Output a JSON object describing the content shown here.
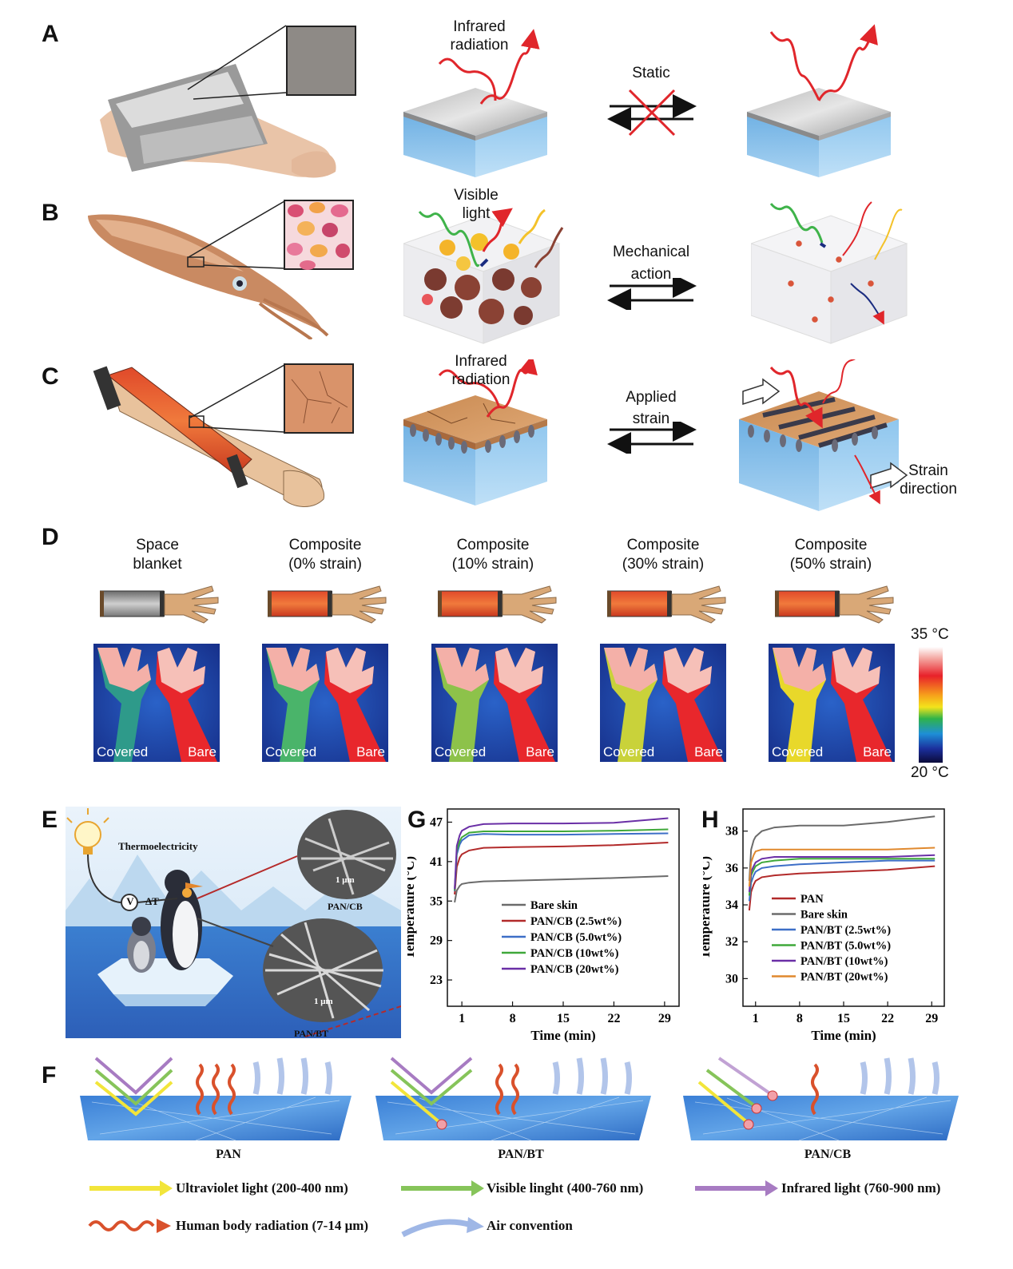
{
  "panels": {
    "A": {
      "letter": "A",
      "ir_label": "Infrared\nradiation",
      "transition": "Static"
    },
    "B": {
      "letter": "B",
      "light_label": "Visible\nlight",
      "transition": "Mechanical\naction"
    },
    "C": {
      "letter": "C",
      "ir_label": "Infrared\nradiation",
      "transition": "Applied\nstrain",
      "strain_label": "Strain\ndirection"
    },
    "D": {
      "letter": "D",
      "conditions": [
        {
          "label": "Space\nblanket"
        },
        {
          "label": "Composite\n(0% strain)"
        },
        {
          "label": "Composite\n(10% strain)"
        },
        {
          "label": "Composite\n(30% strain)"
        },
        {
          "label": "Composite\n(50% strain)"
        }
      ],
      "covered_label": "Covered",
      "bare_label": "Bare",
      "scale_max": "35 °C",
      "scale_min": "20 °C"
    },
    "E": {
      "letter": "E",
      "thermo_label": "Thermoelectricity",
      "dt_label": "ΔT",
      "v_label": "V",
      "scale1": "1 μm",
      "scale2": "1 μm",
      "cap1": "PAN/CB",
      "cap2": "PAN/BT"
    },
    "F": {
      "letter": "F",
      "captions": [
        "PAN",
        "PAN/BT",
        "PAN/CB"
      ],
      "legend": {
        "uv": "Ultraviolet light (200-400 nm)",
        "vis": "Visible linght (400-760 nm)",
        "ir": "Infrared light (760-900 nm)",
        "body": "Human body radiation (7-14 μm)",
        "air": "Air convention"
      },
      "colors": {
        "uv": "#f2e53a",
        "vis": "#86c45a",
        "ir": "#a77bc2",
        "body": "#d9512c",
        "air": "#9fb7e6"
      }
    }
  },
  "chart_data": [
    {
      "id": "G",
      "type": "line",
      "letter": "G",
      "xlabel": "Time (min)",
      "ylabel": "Temperature (°C)",
      "xlim": [
        -1,
        31
      ],
      "ylim": [
        19,
        49
      ],
      "xticks": [
        1,
        8,
        15,
        22,
        29
      ],
      "yticks": [
        23,
        29,
        35,
        41,
        47
      ],
      "series": [
        {
          "name": "Bare skin",
          "color": "#6b6b6b",
          "x": [
            0,
            0.3,
            0.7,
            1,
            2,
            4,
            8,
            15,
            22,
            29.5
          ],
          "y": [
            34.8,
            36.6,
            37.3,
            37.6,
            37.8,
            38.0,
            38.1,
            38.3,
            38.5,
            38.8
          ]
        },
        {
          "name": "PAN/CB (2.5wt%)",
          "color": "#b22a2a",
          "x": [
            0,
            0.3,
            0.7,
            1,
            2,
            4,
            8,
            15,
            22,
            29.5
          ],
          "y": [
            36.0,
            40.2,
            41.6,
            42.1,
            42.7,
            43.1,
            43.2,
            43.3,
            43.5,
            43.9
          ]
        },
        {
          "name": "PAN/CB (5.0wt%)",
          "color": "#3d6fc7",
          "x": [
            0,
            0.3,
            0.7,
            1,
            2,
            4,
            8,
            15,
            22,
            29.5
          ],
          "y": [
            36.5,
            42.1,
            43.6,
            44.2,
            45.0,
            45.2,
            45.1,
            45.1,
            45.2,
            45.3
          ]
        },
        {
          "name": "PAN/CB (10wt%)",
          "color": "#3fa83a",
          "x": [
            0,
            0.3,
            0.7,
            1,
            2,
            4,
            8,
            15,
            22,
            29.5
          ],
          "y": [
            36.6,
            42.6,
            44.1,
            44.7,
            45.4,
            45.6,
            45.6,
            45.6,
            45.7,
            45.9
          ]
        },
        {
          "name": "PAN/CB (20wt%)",
          "color": "#6a2fa6",
          "x": [
            0,
            0.3,
            0.7,
            1,
            2,
            4,
            8,
            15,
            22,
            29.5
          ],
          "y": [
            36.8,
            43.4,
            45.0,
            45.7,
            46.3,
            46.7,
            46.8,
            46.8,
            46.9,
            47.6
          ]
        }
      ]
    },
    {
      "id": "H",
      "type": "line",
      "letter": "H",
      "xlabel": "Time (min)",
      "ylabel": "Temperature (°C)",
      "xlim": [
        -1,
        31
      ],
      "ylim": [
        28.5,
        39.2
      ],
      "xticks": [
        1,
        8,
        15,
        22,
        29
      ],
      "yticks": [
        30,
        32,
        34,
        36,
        38
      ],
      "series": [
        {
          "name": "PAN",
          "color": "#b22a2a",
          "x": [
            0,
            0.3,
            0.7,
            1,
            2,
            4,
            8,
            15,
            22,
            29.5
          ],
          "y": [
            33.7,
            34.7,
            35.1,
            35.3,
            35.5,
            35.6,
            35.7,
            35.8,
            35.9,
            36.1
          ]
        },
        {
          "name": "Bare skin",
          "color": "#6b6b6b",
          "x": [
            0,
            0.3,
            0.7,
            1,
            2,
            4,
            8,
            15,
            22,
            29.5
          ],
          "y": [
            35.3,
            37.0,
            37.5,
            37.7,
            38.0,
            38.2,
            38.3,
            38.3,
            38.5,
            38.8
          ]
        },
        {
          "name": "PAN/BT (2.5wt%)",
          "color": "#3d6fc7",
          "x": [
            0,
            0.3,
            0.7,
            1,
            2,
            4,
            8,
            15,
            22,
            29.5
          ],
          "y": [
            34.2,
            35.2,
            35.6,
            35.8,
            36.0,
            36.1,
            36.2,
            36.3,
            36.4,
            36.4
          ]
        },
        {
          "name": "PAN/BT (5.0wt%)",
          "color": "#3fa83a",
          "x": [
            0,
            0.3,
            0.7,
            1,
            2,
            4,
            8,
            15,
            22,
            29.5
          ],
          "y": [
            34.5,
            35.6,
            35.9,
            36.1,
            36.3,
            36.4,
            36.5,
            36.5,
            36.5,
            36.5
          ]
        },
        {
          "name": "PAN/BT (10wt%)",
          "color": "#6a2fa6",
          "x": [
            0,
            0.3,
            0.7,
            1,
            2,
            4,
            8,
            15,
            22,
            29.5
          ],
          "y": [
            34.7,
            35.8,
            36.1,
            36.3,
            36.5,
            36.6,
            36.6,
            36.6,
            36.6,
            36.7
          ]
        },
        {
          "name": "PAN/BT (20wt%)",
          "color": "#e0892e",
          "x": [
            0,
            0.3,
            0.7,
            1,
            2,
            4,
            8,
            15,
            22,
            29.5
          ],
          "y": [
            35.0,
            36.3,
            36.7,
            36.9,
            37.0,
            37.0,
            37.0,
            37.0,
            37.0,
            37.1
          ]
        }
      ]
    }
  ]
}
